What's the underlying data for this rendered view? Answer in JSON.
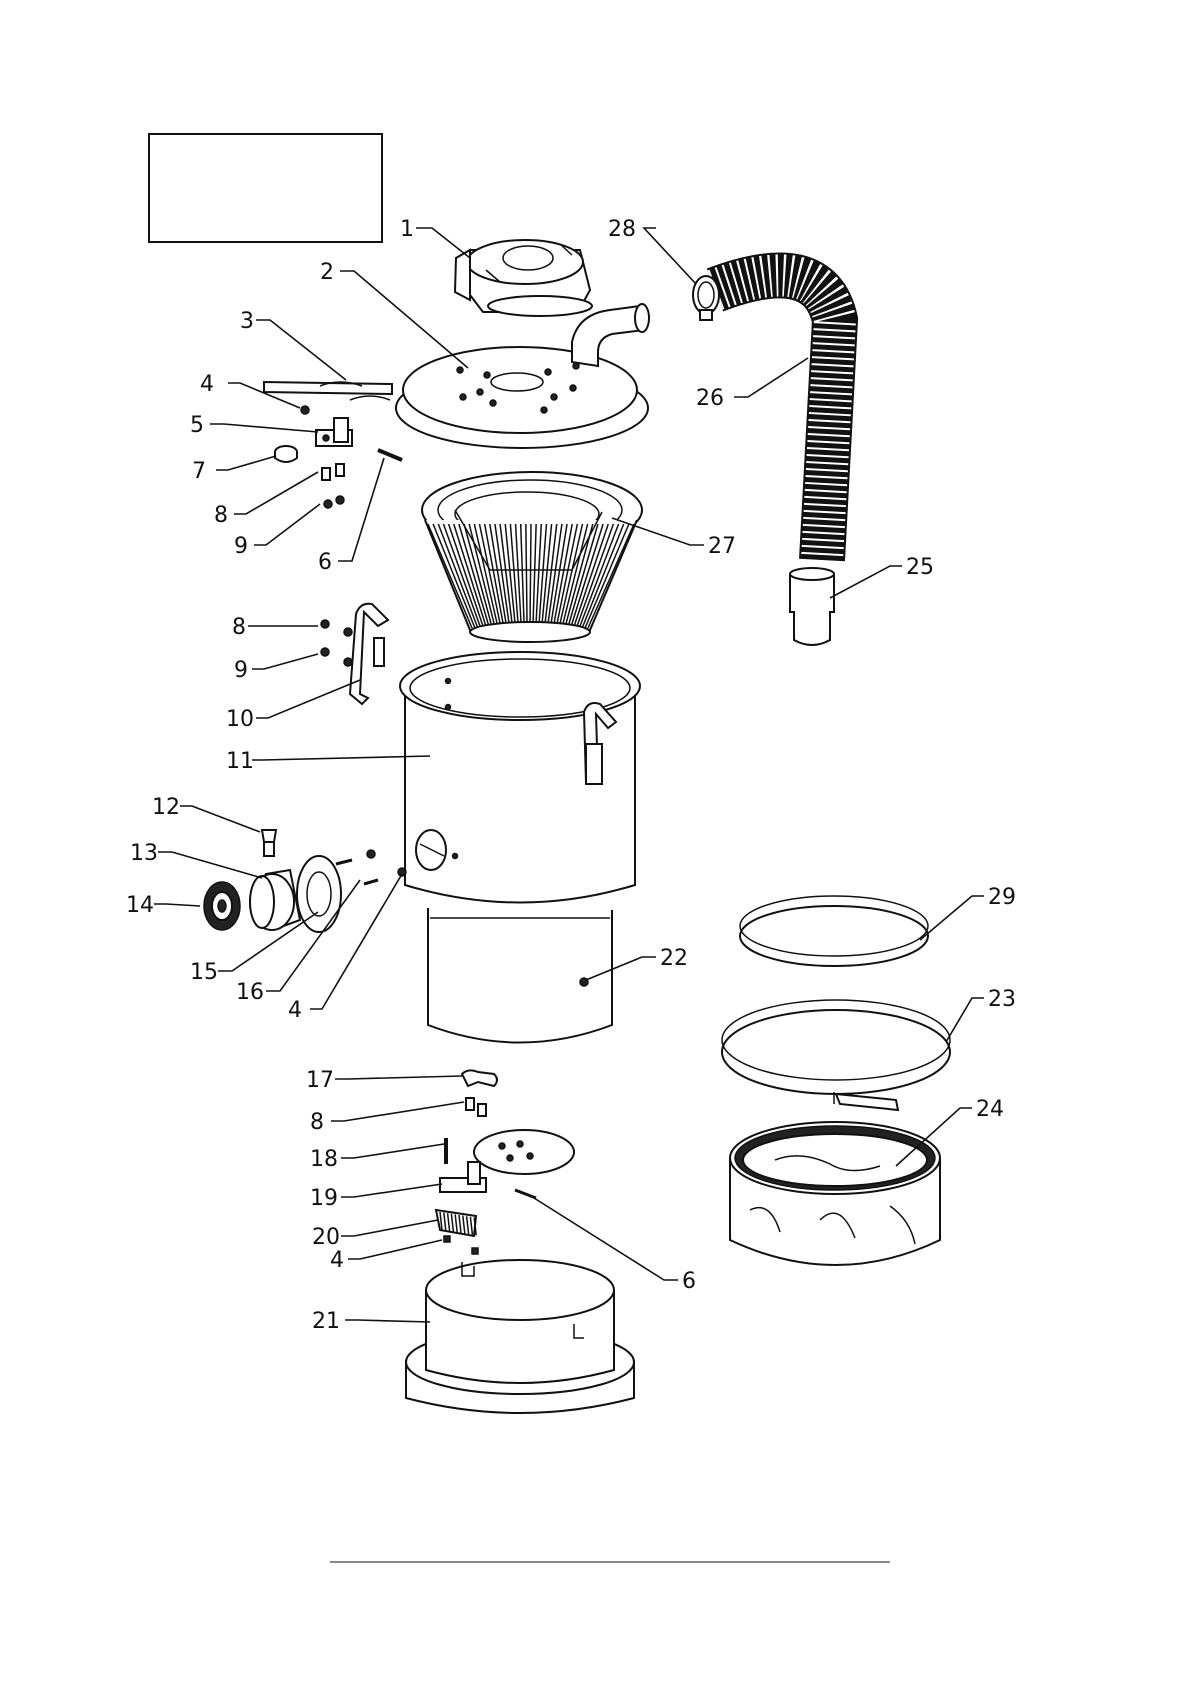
{
  "diagram": {
    "title_box": "",
    "colors": {
      "line": "#111111",
      "background": "#ffffff"
    },
    "callouts": {
      "c1": "1",
      "c2": "2",
      "c3": "3",
      "c4a": "4",
      "c5": "5",
      "c7": "7",
      "c8a": "8",
      "c9a": "9",
      "c6a": "6",
      "c8b": "8",
      "c9b": "9",
      "c10": "10",
      "c11": "11",
      "c12": "12",
      "c13": "13",
      "c14": "14",
      "c15": "15",
      "c16": "16",
      "c4b": "4",
      "c22": "22",
      "c17": "17",
      "c8c": "8",
      "c18": "18",
      "c19": "19",
      "c20": "20",
      "c4c": "4",
      "c21": "21",
      "c6b": "6",
      "c28": "28",
      "c26": "26",
      "c27": "27",
      "c25": "25",
      "c29": "29",
      "c23": "23",
      "c24": "24"
    }
  }
}
